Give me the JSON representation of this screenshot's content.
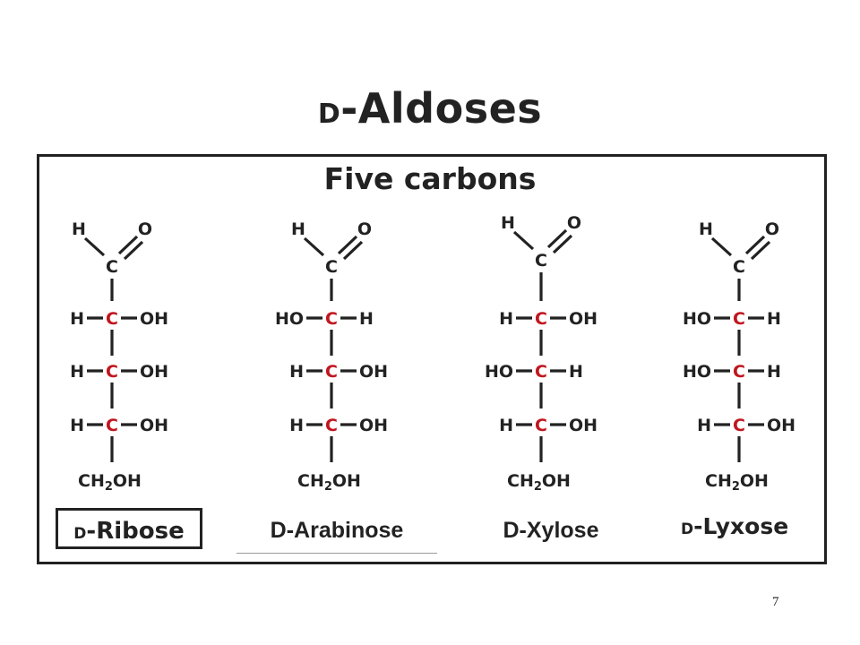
{
  "title": {
    "prefix": "D",
    "main": "-Aldoses"
  },
  "subtitle": "Five carbons",
  "labels": {
    "H": "H",
    "O": "O",
    "C": "C",
    "OH": "OH",
    "HO": "HO",
    "CH": "CH",
    "sub2": "2"
  },
  "names": {
    "ribose": {
      "prefix": "D",
      "main": "-Ribose"
    },
    "arabinose": "D-Arabinose",
    "xylose": "D-Xylose",
    "lyxose": {
      "prefix": "D",
      "main": "-Lyxose"
    }
  },
  "structures": [
    {
      "name": "ribose",
      "chiral": [
        [
          "H",
          "OH"
        ],
        [
          "H",
          "OH"
        ],
        [
          "H",
          "OH"
        ]
      ]
    },
    {
      "name": "arabinose",
      "chiral": [
        [
          "HO",
          "H"
        ],
        [
          "H",
          "OH"
        ],
        [
          "H",
          "OH"
        ]
      ]
    },
    {
      "name": "xylose",
      "chiral": [
        [
          "H",
          "OH"
        ],
        [
          "HO",
          "H"
        ],
        [
          "H",
          "OH"
        ]
      ]
    },
    {
      "name": "lyxose",
      "chiral": [
        [
          "HO",
          "H"
        ],
        [
          "HO",
          "H"
        ],
        [
          "H",
          "OH"
        ]
      ]
    }
  ],
  "page_number": "7",
  "colors": {
    "text": "#222222",
    "chiral_carbon": "#c0161f"
  }
}
